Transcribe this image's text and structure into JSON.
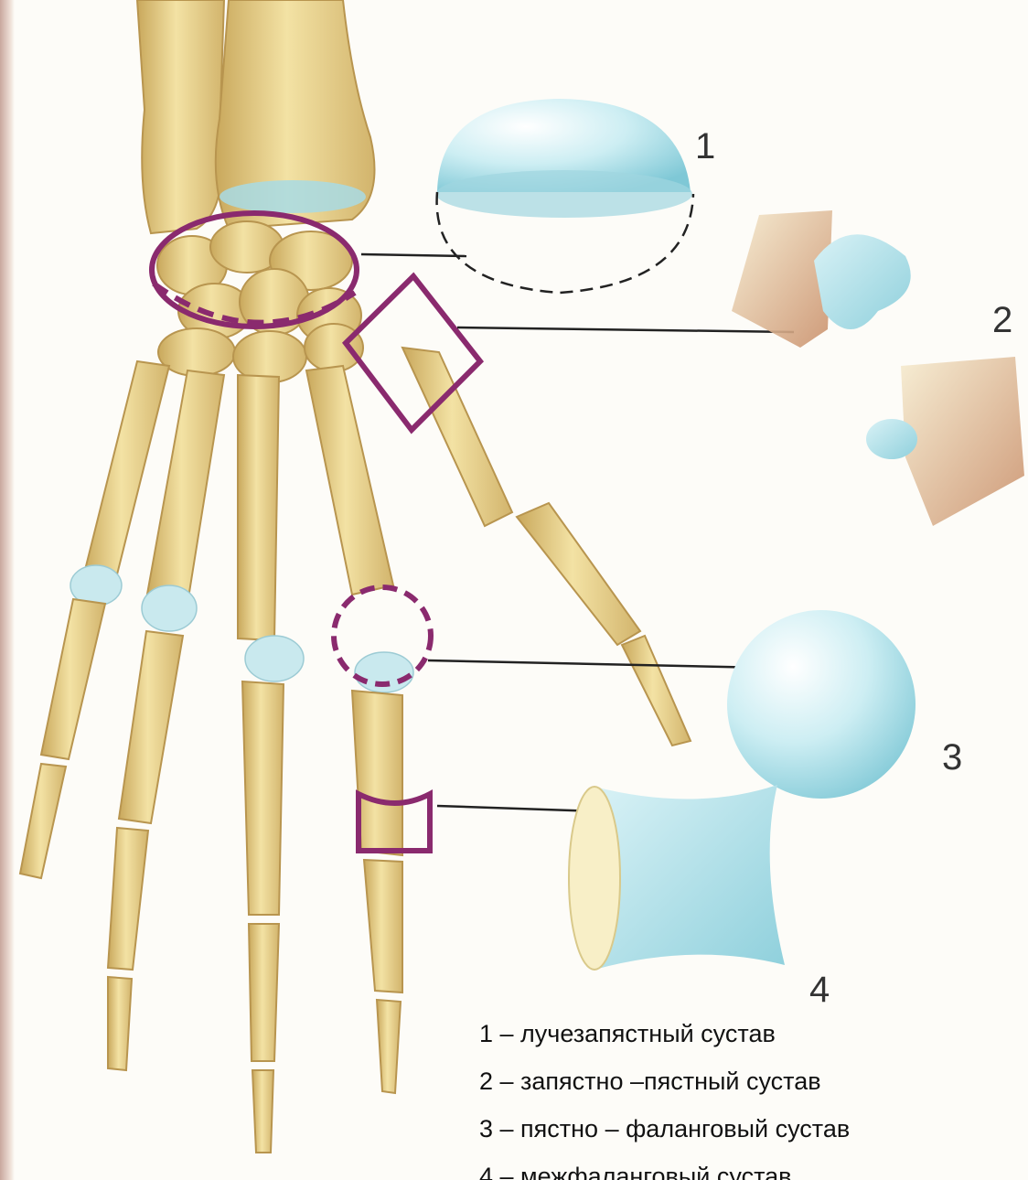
{
  "labels": {
    "n1": "1",
    "n2": "2",
    "n3": "3",
    "n4": "4"
  },
  "legend": [
    {
      "text": "1 – лучезапястный сустав"
    },
    {
      "text": "2 – запястно –пястный сустав"
    },
    {
      "text": "3 – пястно – фаланговый сустав"
    },
    {
      "text": "4 – межфаланговый сустав"
    }
  ],
  "colors": {
    "bone": "#ecd68f",
    "bone_shade": "#c9a85c",
    "cartilage": "#a8dbe4",
    "marker": "#8a2a6e",
    "page_edge": "#c9a79e"
  },
  "icons": [
    "hand-skeleton",
    "ellipsoid-joint-model",
    "saddle-joint-model",
    "ball-joint-model",
    "hinge-joint-model"
  ]
}
